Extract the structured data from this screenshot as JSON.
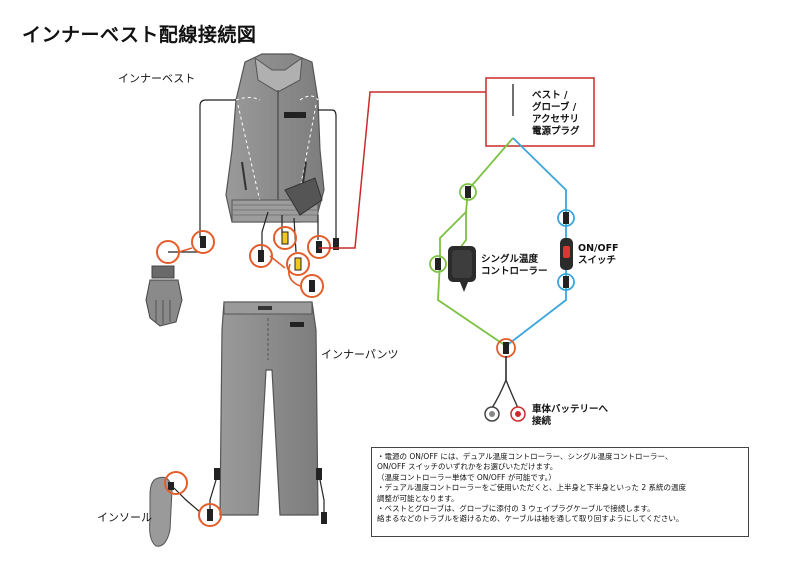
{
  "title": "インナーベスト配線接続図",
  "labels": {
    "vest": "インナーベスト",
    "pants": "インナーパンツ",
    "insole": "インソール",
    "plug": [
      "ベスト /",
      "グローブ /",
      "アクセサリ",
      "電源プラグ"
    ],
    "single_controller": [
      "シングル温度",
      "コントローラー"
    ],
    "switch": [
      "ON/OFF",
      "スイッチ"
    ],
    "battery": [
      "車体バッテリーへ",
      "接続"
    ]
  },
  "notes": [
    "・電源の ON/OFF には、デュアル温度コントローラー、シングル温度コントローラー、",
    "ON/OFF スイッチのいずれかをお選びいただけます。",
    "（温度コントローラー単体で ON/OFF が可能です。）",
    "・デュアル温度コントローラーをご使用いただくと、上半身と下半身といった 2 系統の温度",
    "調整が可能となります。",
    "・ベストとグローブは、グローブに添付の 3 ウェイプラグケーブルで接続します。",
    "絡まるなどのトラブルを避けるため、ケーブルは袖を通して取り回すようにしてください。"
  ],
  "colors": {
    "highlight": "#e35d2a",
    "callout_box": "#cc2a2a",
    "green_wire": "#7cc242",
    "blue_wire": "#3aa6dc",
    "garment": "#8a8a8a"
  }
}
